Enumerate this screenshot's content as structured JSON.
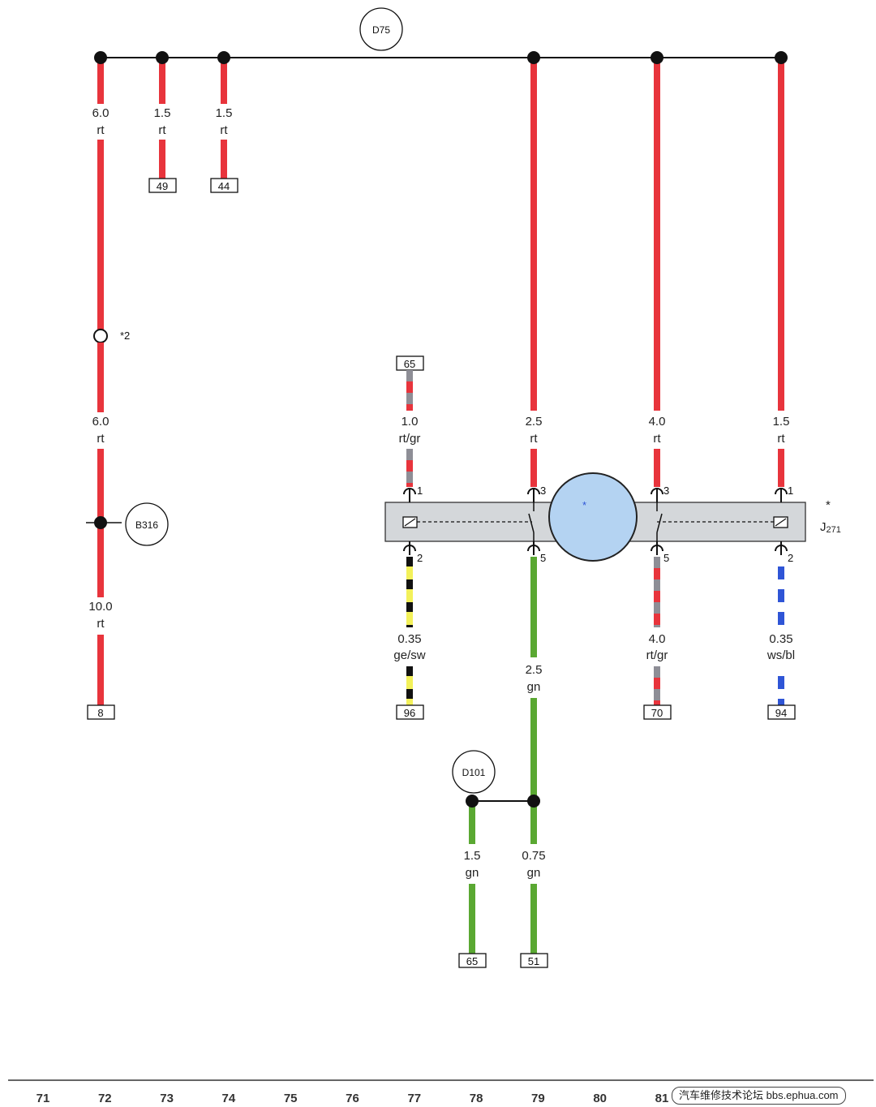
{
  "colors": {
    "red": "#e8343c",
    "green": "#5aa832",
    "yellow": "#f3f15a",
    "black": "#111111",
    "blue": "#2f55d6",
    "white": "#ffffff",
    "gray": "#8e8e96",
    "relay_body": "#d4d7da",
    "relay_circle": "#b4d3f2"
  },
  "connectors": {
    "d75": "D75",
    "b316": "B316",
    "d101": "D101"
  },
  "wires": {
    "w72_top": {
      "size": "6.0",
      "color": "rt"
    },
    "w73": {
      "size": "1.5",
      "color": "rt"
    },
    "w74": {
      "size": "1.5",
      "color": "rt"
    },
    "w72_mid": {
      "size": "6.0",
      "color": "rt"
    },
    "w72_bot": {
      "size": "10.0",
      "color": "rt"
    },
    "w77_top": {
      "size": "1.0",
      "color": "rt/gr"
    },
    "w79_top": {
      "size": "2.5",
      "color": "rt"
    },
    "w81_top": {
      "size": "4.0",
      "color": "rt"
    },
    "w83_top": {
      "size": "1.5",
      "color": "rt"
    },
    "w77_bot": {
      "size": "0.35",
      "color": "ge/sw"
    },
    "w79_bot": {
      "size": "2.5",
      "color": "gn"
    },
    "w81_bot": {
      "size": "4.0",
      "color": "rt/gr"
    },
    "w83_bot": {
      "size": "0.35",
      "color": "ws/bl"
    },
    "w78_low": {
      "size": "1.5",
      "color": "gn"
    },
    "w79_low": {
      "size": "0.75",
      "color": "gn"
    }
  },
  "refs": {
    "r49": "49",
    "r44": "44",
    "r65_top": "65",
    "r8": "8",
    "r96": "96",
    "r70": "70",
    "r94": "94",
    "r65_bot": "65",
    "r51": "51"
  },
  "splice_note": "*2",
  "relay": {
    "name": "J",
    "subscript": "271",
    "asterisk": "*",
    "center_asterisk": "*",
    "pins": {
      "p1_top": "1",
      "p3_top": "3",
      "p3b_top": "3",
      "p1b_top": "1",
      "p2_bot": "2",
      "p5_bot": "5",
      "p5b_bot": "5",
      "p2b_bot": "2"
    }
  },
  "columns": [
    "71",
    "72",
    "73",
    "74",
    "75",
    "76",
    "77",
    "78",
    "79",
    "80",
    "81"
  ],
  "watermark": "汽车维修技术论坛 bbs.ephua.com"
}
